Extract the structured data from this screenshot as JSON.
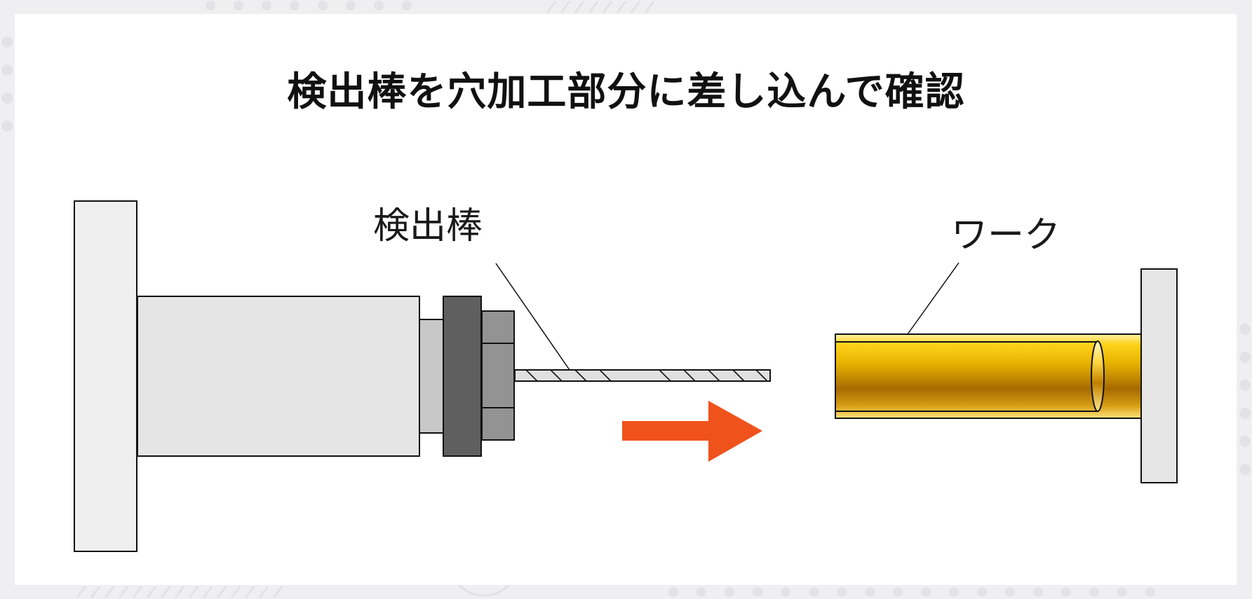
{
  "diagram": {
    "title": "検出棒を穴加工部分に差し込んで確認",
    "labels": {
      "rod": "検出棒",
      "work": "ワーク"
    },
    "colors": {
      "background": "#efeff1",
      "card": "#ffffff",
      "base_plate": "#efefef",
      "cylinder_body": "#e5e5e5",
      "cylinder_neck": "#c8c8c8",
      "lock_nut": "#5f5f5f",
      "hex_nut": "#939393",
      "rod": "#e0e0e0",
      "arrow": "#f0521c",
      "workpiece_gold_light": "#ffe88a",
      "workpiece_gold_mid": "#e8b400",
      "workpiece_gold_dark": "#a86a00",
      "fixture_plate": "#e6e6e6",
      "outline": "#111111"
    }
  }
}
